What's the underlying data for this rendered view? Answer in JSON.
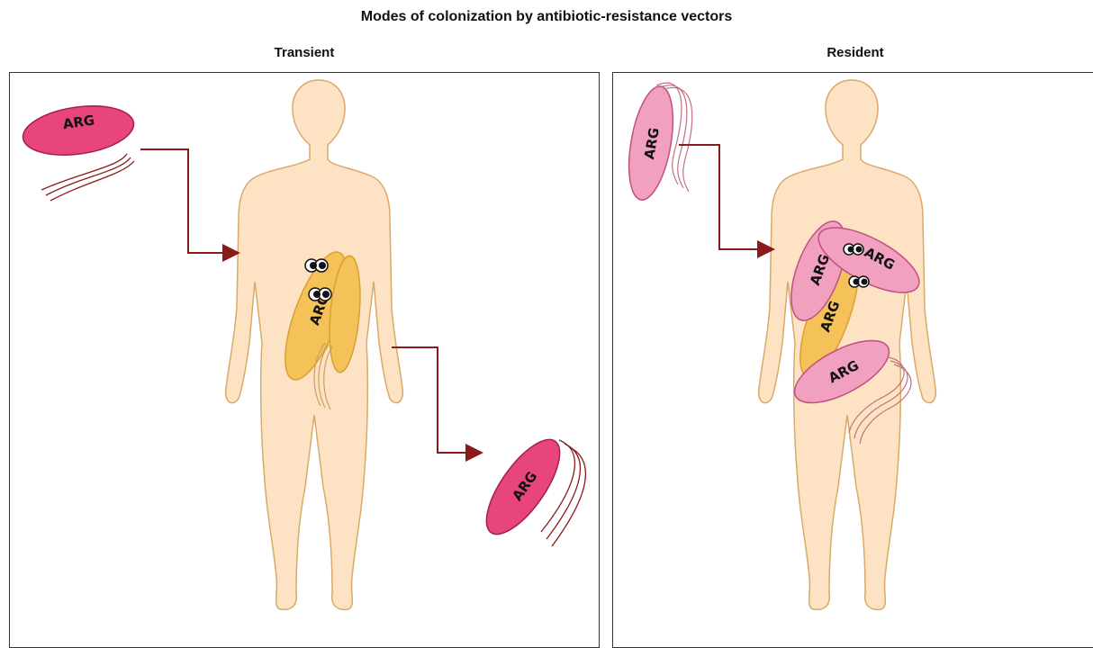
{
  "title": "Modes of colonization by antibiotic-resistance vectors",
  "panels": {
    "transient": {
      "label": "Transient"
    },
    "resident": {
      "label": "Resident"
    }
  },
  "bacteria": {
    "label": "ARG"
  },
  "colors": {
    "skin": "#fde2c4",
    "skin_outline": "#d8a96a",
    "hot_pink": "#e8457e",
    "light_pink": "#f2a0c0",
    "gut_bacterium": "#f5c25a",
    "arrow": "#8b1a1a"
  }
}
